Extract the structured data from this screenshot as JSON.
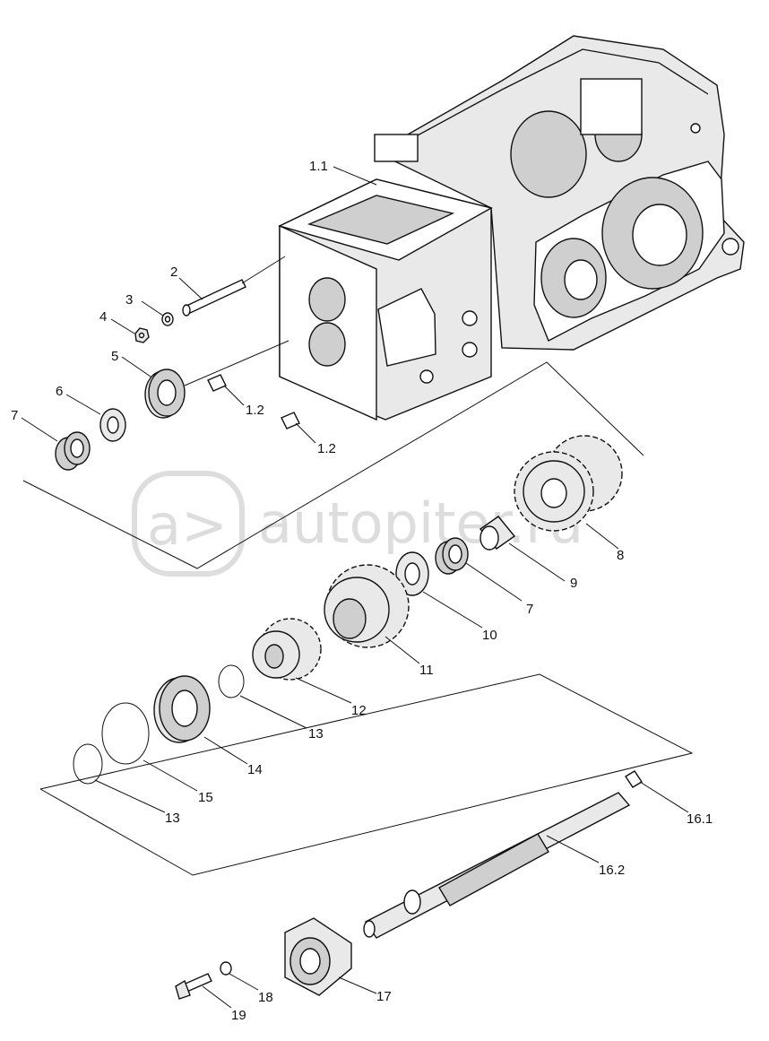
{
  "watermark": {
    "text": "autopiter.ru",
    "logo_glyph": "a>"
  },
  "callouts": {
    "c1_1": "1.1",
    "c1_2a": "1.2",
    "c1_2b": "1.2",
    "c2": "2",
    "c3": "3",
    "c4": "4",
    "c5": "5",
    "c6": "6",
    "c7a": "7",
    "c7b": "7",
    "c8": "8",
    "c9": "9",
    "c10": "10",
    "c11": "11",
    "c12": "12",
    "c13a": "13",
    "c13b": "13",
    "c14": "14",
    "c15": "15",
    "c16_1": "16.1",
    "c16_2": "16.2",
    "c17": "17",
    "c18": "18",
    "c19": "19"
  }
}
